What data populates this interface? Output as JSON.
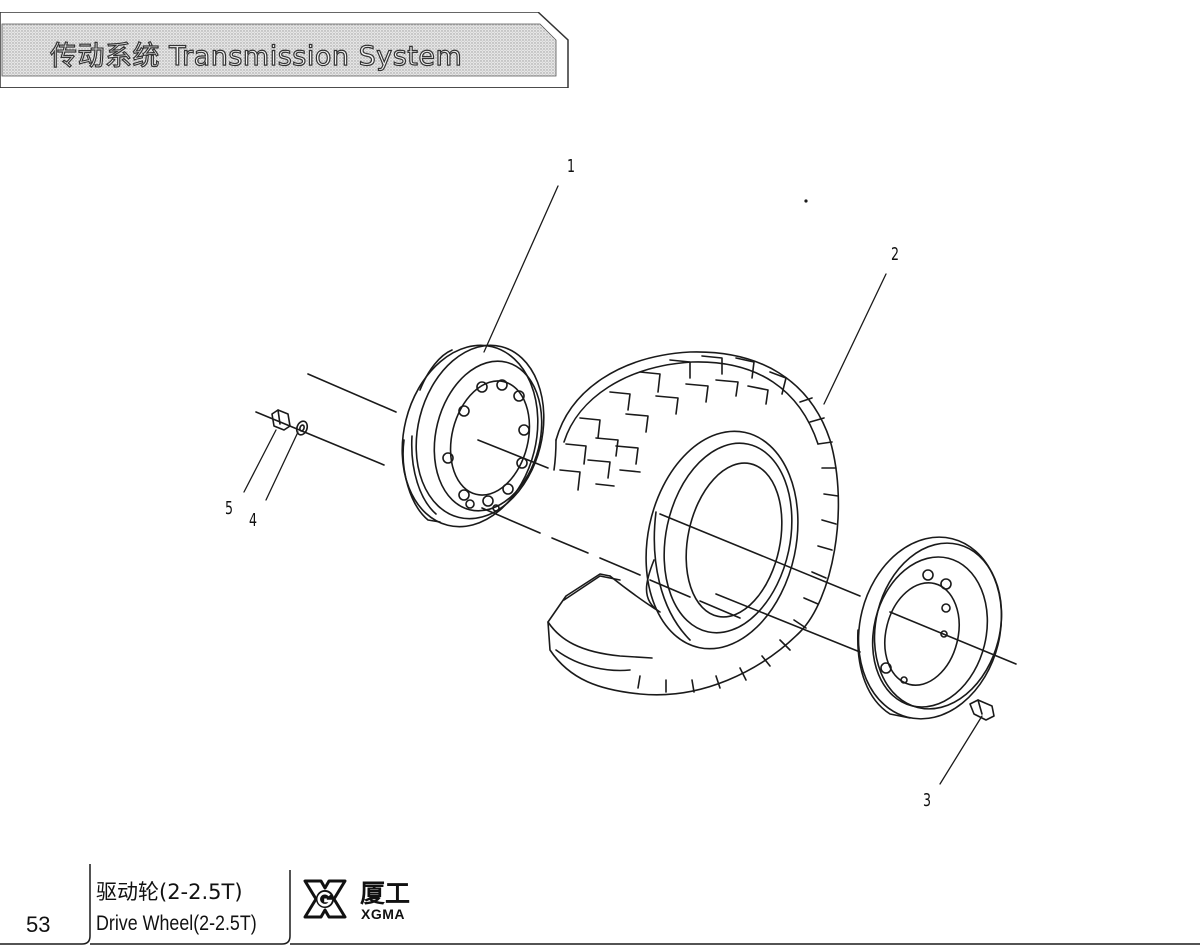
{
  "header": {
    "title": "传动系统 Transmission System"
  },
  "callouts": [
    {
      "number": "1"
    },
    {
      "number": "2"
    },
    {
      "number": "3"
    },
    {
      "number": "4"
    },
    {
      "number": "5"
    }
  ],
  "footer": {
    "page_number": "53",
    "title_cn": "驱动轮(2-2.5T)",
    "title_en": "Drive Wheel(2-2.5T)",
    "brand_cn": "厦工",
    "brand_en": "XGMA"
  }
}
